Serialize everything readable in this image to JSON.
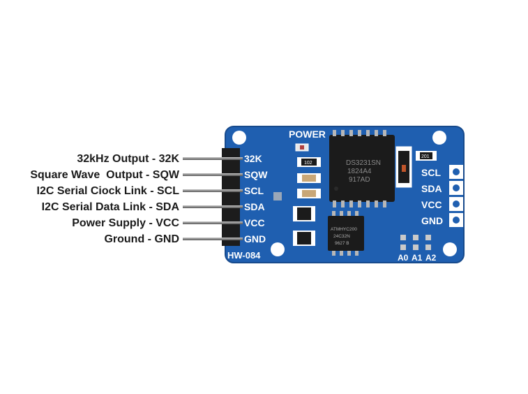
{
  "pin_labels": [
    "32kHz Output - 32K",
    "Square Wave  Output - SQW",
    "I2C Serial Ciock Link - SCL",
    "I2C Serial Data Link - SDA",
    "Power Supply - VCC",
    "Ground - GND"
  ],
  "board": {
    "left_pins": [
      "32K",
      "SQW",
      "SCL",
      "SDA",
      "VCC",
      "GND"
    ],
    "right_pins": [
      "SCL",
      "SDA",
      "VCC",
      "GND"
    ],
    "power_label": "POWER",
    "model_label": "HW-084",
    "address_labels": [
      "A0",
      "A1",
      "A2"
    ],
    "rtc_chip_text": [
      "DS3231SN",
      "1824A4",
      "917AD"
    ],
    "eeprom_chip_text": [
      "ATMHYC200",
      "24C32N",
      "9627 B"
    ],
    "resistor_codes": [
      "102",
      "201"
    ]
  },
  "colors": {
    "pcb": "#1f5fb0",
    "silkscreen": "#ffffff",
    "chip": "#1b1b1b",
    "pin_metal": "#8a8a8a"
  }
}
